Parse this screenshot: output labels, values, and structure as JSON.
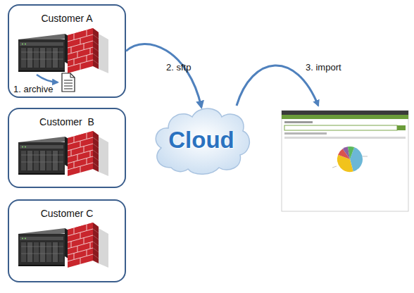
{
  "diagram": {
    "nodes": [
      {
        "text": [
          "Customer A"
        ]
      },
      {
        "text": [
          "Customer  B"
        ]
      },
      {
        "text": [
          "Customer C"
        ]
      },
      {
        "text": [
          "Cloud"
        ]
      }
    ],
    "edges": [
      {
        "from": 0,
        "to": 3,
        "label": "2. sftp",
        "arrow": "to"
      }
    ],
    "labels": [
      "1. archive",
      "3. import"
    ]
  }
}
